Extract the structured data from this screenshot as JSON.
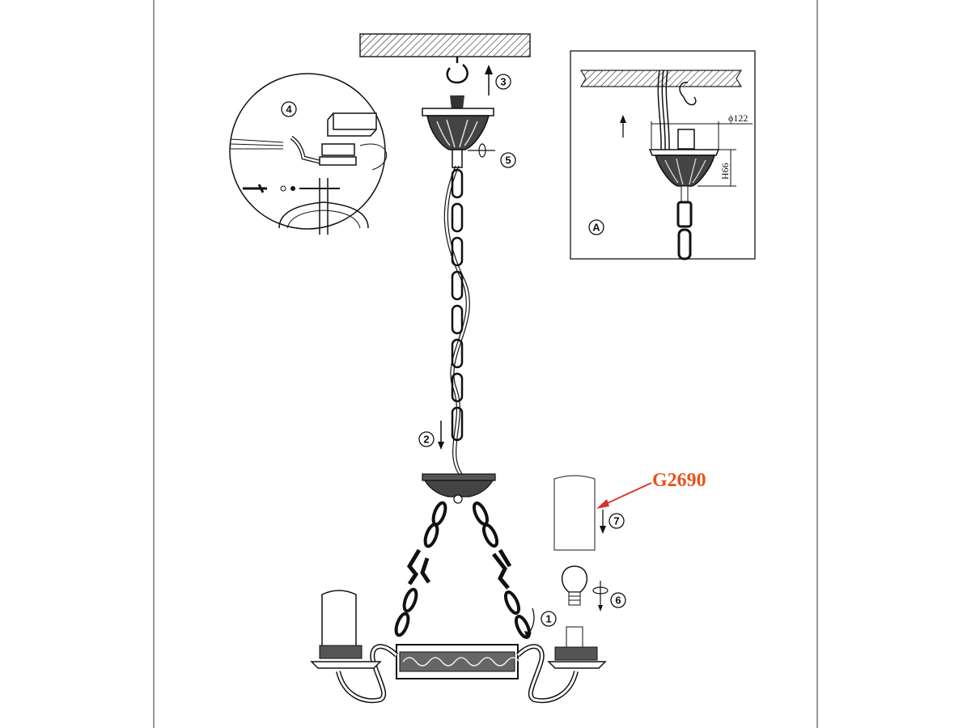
{
  "labels": {
    "step1": "1",
    "step2": "2",
    "step3": "3",
    "step4": "4",
    "step5": "5",
    "step6": "6",
    "step7": "7",
    "detail": "A"
  },
  "dimensions": {
    "diameter": "ϕ122",
    "height": "H66"
  },
  "shade_code": "G2690",
  "colors": {
    "code_text": "#e8541a",
    "code_arrow": "#d9302a",
    "line": "#111111"
  }
}
